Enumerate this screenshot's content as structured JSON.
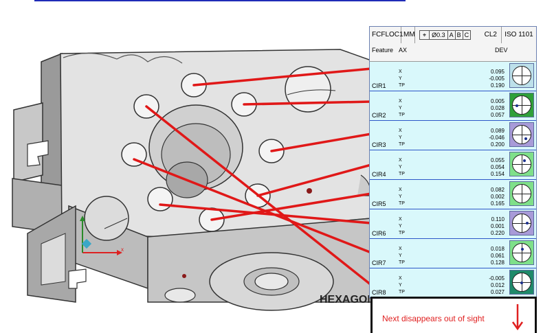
{
  "header": {
    "name": "FCFLOC1",
    "units": "MM",
    "fcf_symbol": "⌖",
    "tolerance": "Ø0.3",
    "datums": [
      "A",
      "B",
      "C"
    ],
    "class": "CL2",
    "standard": "ISO 1101"
  },
  "columns": {
    "feature": "Feature",
    "ax": "AX",
    "dev": "DEV"
  },
  "rows": [
    {
      "name": "CIR1",
      "axes": [
        "X",
        "Y",
        "TP"
      ],
      "devs": [
        "0.095",
        "-0.005",
        "0.190"
      ],
      "box_color": "#bde0ea",
      "dot": null
    },
    {
      "name": "CIR2",
      "axes": [
        "X",
        "Y",
        "TP"
      ],
      "devs": [
        "0.005",
        "0.028",
        "0.057"
      ],
      "box_color": "#2fa03a",
      "dot": [
        0.25,
        0.55
      ]
    },
    {
      "name": "CIR3",
      "axes": [
        "X",
        "Y",
        "TP"
      ],
      "devs": [
        "0.089",
        "-0.046",
        "0.200"
      ],
      "box_color": "#a89bd8",
      "dot": [
        0.75,
        0.75
      ]
    },
    {
      "name": "CIR4",
      "axes": [
        "X",
        "Y",
        "TP"
      ],
      "devs": [
        "0.055",
        "0.054",
        "0.154"
      ],
      "box_color": "#7fe08a",
      "dot": [
        0.68,
        0.32
      ]
    },
    {
      "name": "CIR5",
      "axes": [
        "X",
        "Y",
        "TP"
      ],
      "devs": [
        "0.082",
        "0.002",
        "0.165"
      ],
      "box_color": "#7fe08a",
      "dot": null
    },
    {
      "name": "CIR6",
      "axes": [
        "X",
        "Y",
        "TP"
      ],
      "devs": [
        "0.110",
        "0.001",
        "0.220"
      ],
      "box_color": "#a89bd8",
      "dot": [
        0.82,
        0.5
      ]
    },
    {
      "name": "CIR7",
      "axes": [
        "X",
        "Y",
        "TP"
      ],
      "devs": [
        "0.018",
        "0.061",
        "0.128"
      ],
      "box_color": "#7fe08a",
      "dot": [
        0.55,
        0.3
      ]
    },
    {
      "name": "CIR8",
      "axes": [
        "X",
        "Y",
        "TP"
      ],
      "devs": [
        "-0.005",
        "0.012",
        "0.027"
      ],
      "box_color": "#1f8a6a",
      "dot": [
        0.5,
        0.55
      ]
    }
  ],
  "footer_note": "Next disappears out of sight",
  "watermark": "HEXAGON",
  "colors": {
    "leader": "#e01818",
    "row_bg": "#d9f8fb",
    "frame": "#2c56c8"
  }
}
